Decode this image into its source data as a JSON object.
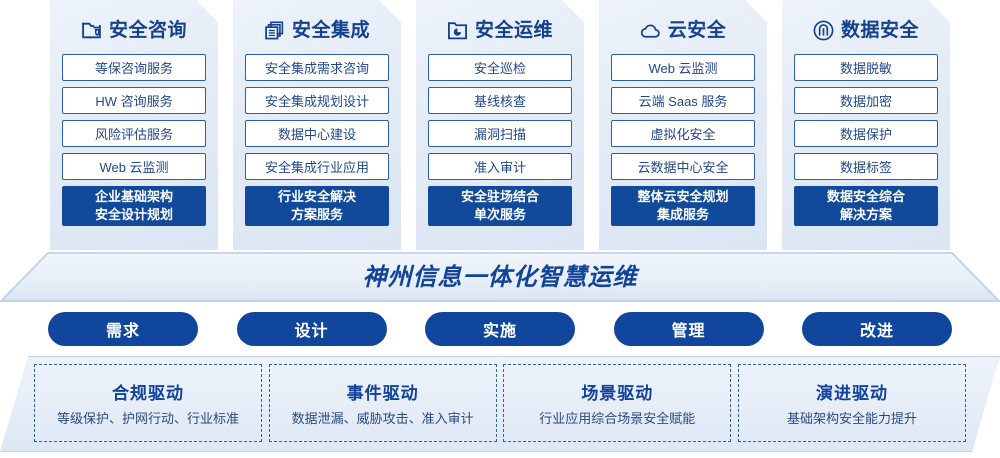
{
  "columns": [
    {
      "icon": "folder-shield-icon",
      "title": "安全咨询",
      "items": [
        "等保咨询服务",
        "HW 咨询服务",
        "风险评估服务",
        "Web 云监测"
      ],
      "highlight": [
        "企业基础架构",
        "安全设计规划"
      ]
    },
    {
      "icon": "stacked-documents-icon",
      "title": "安全集成",
      "items": [
        "安全集成需求咨询",
        "安全集成规划设计",
        "数据中心建设",
        "安全集成行业应用"
      ],
      "highlight": [
        "行业安全解决",
        "方案服务"
      ]
    },
    {
      "icon": "folder-chart-icon",
      "title": "安全运维",
      "items": [
        "安全巡检",
        "基线核查",
        "漏洞扫描",
        "准入审计"
      ],
      "highlight": [
        "安全驻场结合",
        "单次服务"
      ]
    },
    {
      "icon": "cloud-icon",
      "title": "云安全",
      "items": [
        "Web 云监测",
        "云端 Saas 服务",
        "虚拟化安全",
        "云数据中心安全"
      ],
      "highlight": [
        "整体云安全规划",
        "集成服务"
      ]
    },
    {
      "icon": "fingerprint-icon",
      "title": "数据安全",
      "items": [
        "数据脱敏",
        "数据加密",
        "数据保护",
        "数据标签"
      ],
      "highlight": [
        "数据安全综合",
        "解决方案"
      ]
    }
  ],
  "banner": {
    "title": "神州信息一体化智慧运维"
  },
  "phases": [
    {
      "label": "需求"
    },
    {
      "label": "设计"
    },
    {
      "label": "实施"
    },
    {
      "label": "管理"
    },
    {
      "label": "改进"
    }
  ],
  "drivers": [
    {
      "title": "合规驱动",
      "desc": "等级保护、护网行动、行业标准"
    },
    {
      "title": "事件驱动",
      "desc": "数据泄漏、威胁攻击、准入审计"
    },
    {
      "title": "场景驱动",
      "desc": "行业应用综合场景安全赋能"
    },
    {
      "title": "演进驱动",
      "desc": "基础架构安全能力提升"
    }
  ],
  "colors": {
    "brand_blue": "#11429a",
    "solid_blue": "#114a9b",
    "pill_blue": "#10479c",
    "card_border": "#2a5fae",
    "dashed_border": "#2f62ae"
  }
}
